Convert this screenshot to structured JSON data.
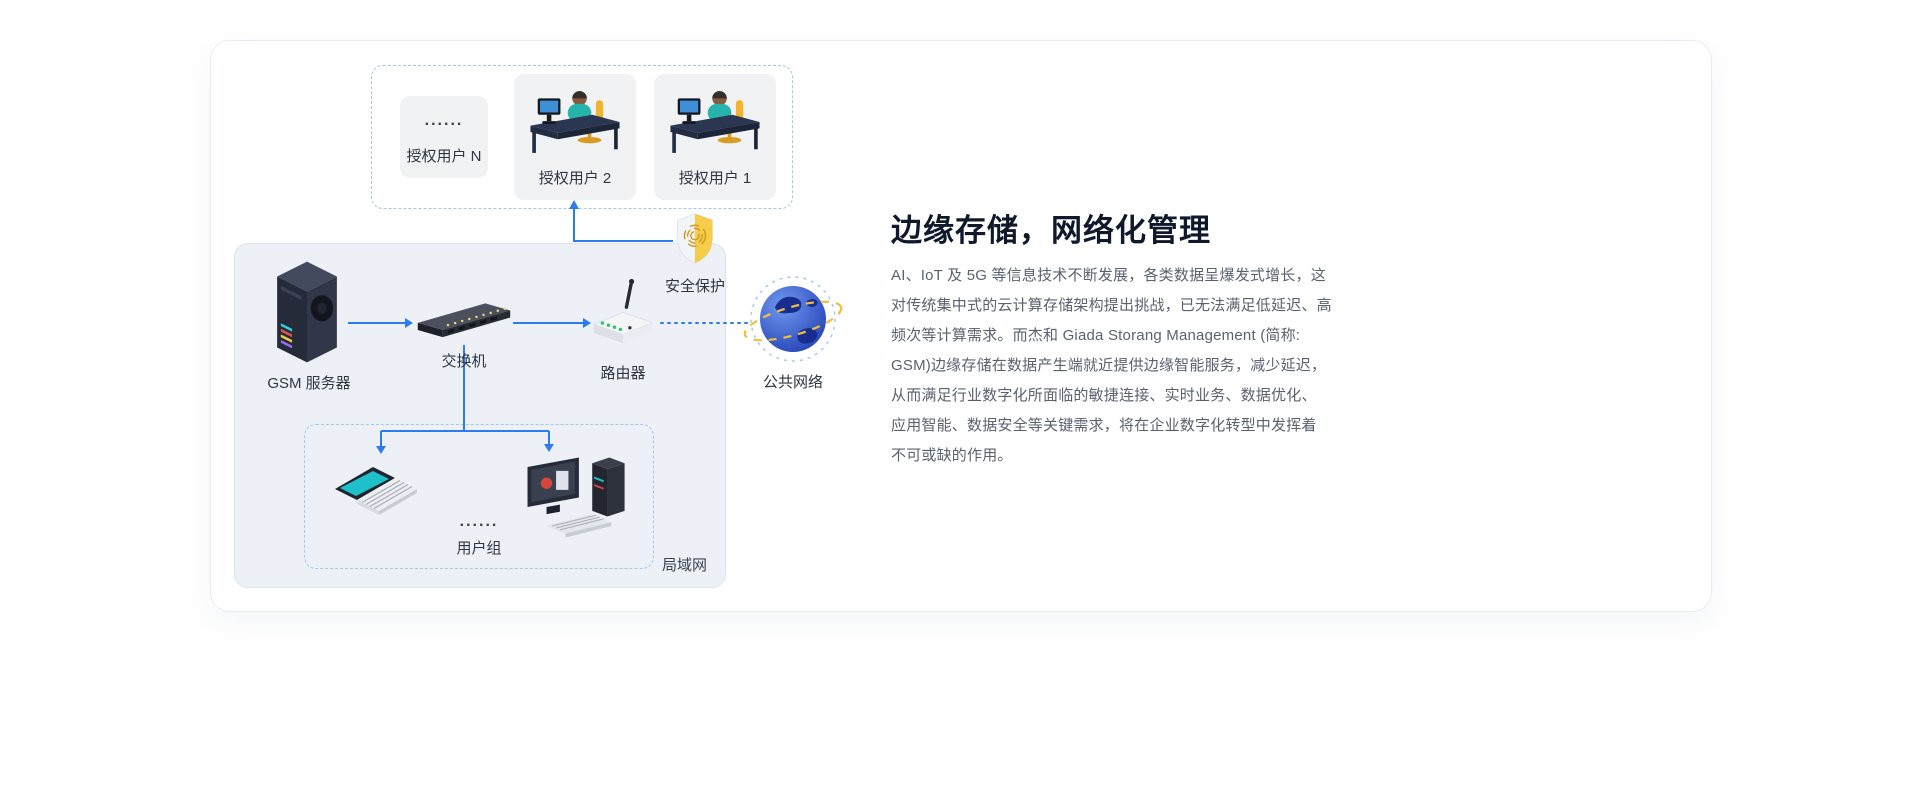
{
  "diagram": {
    "authorized_users": {
      "user_n": {
        "dots": "......",
        "label": "授权用户 N"
      },
      "user_2": {
        "label": "授权用户 2"
      },
      "user_1": {
        "label": "授权用户 1"
      }
    },
    "security_label": "安全保护",
    "public_network_label": "公共网络",
    "lan": {
      "server_label": "GSM 服务器",
      "switch_label": "交换机",
      "router_label": "路由器",
      "user_group": {
        "dots": "......",
        "label": "用户组"
      },
      "label": "局域网"
    }
  },
  "content": {
    "title": "边缘存储，网络化管理",
    "paragraph": "AI、IoT 及 5G 等信息技术不断发展，各类数据呈爆发式增长，这\n对传统集中式的云计算存储架构提出挑战，已无法满足低延迟、高\n频次等计算需求。而杰和 Giada Storang Management (简称:\nGSM)边缘存储在数据产生端就近提供边缘智能服务，减少延迟，\n从而满足行业数字化所面临的敏捷连接、实时业务、数据优化、\n应用智能、数据安全等关键需求，将在企业数字化转型中发挥着\n不可或缺的作用。"
  },
  "colors": {
    "accent_blue": "#2a7cf0",
    "dashed_border": "#a5c7ee",
    "lan_background": "#edf1f7",
    "user_box_background": "#f1f2f4",
    "title_text": "#10192b",
    "body_text": "#5a6270"
  }
}
